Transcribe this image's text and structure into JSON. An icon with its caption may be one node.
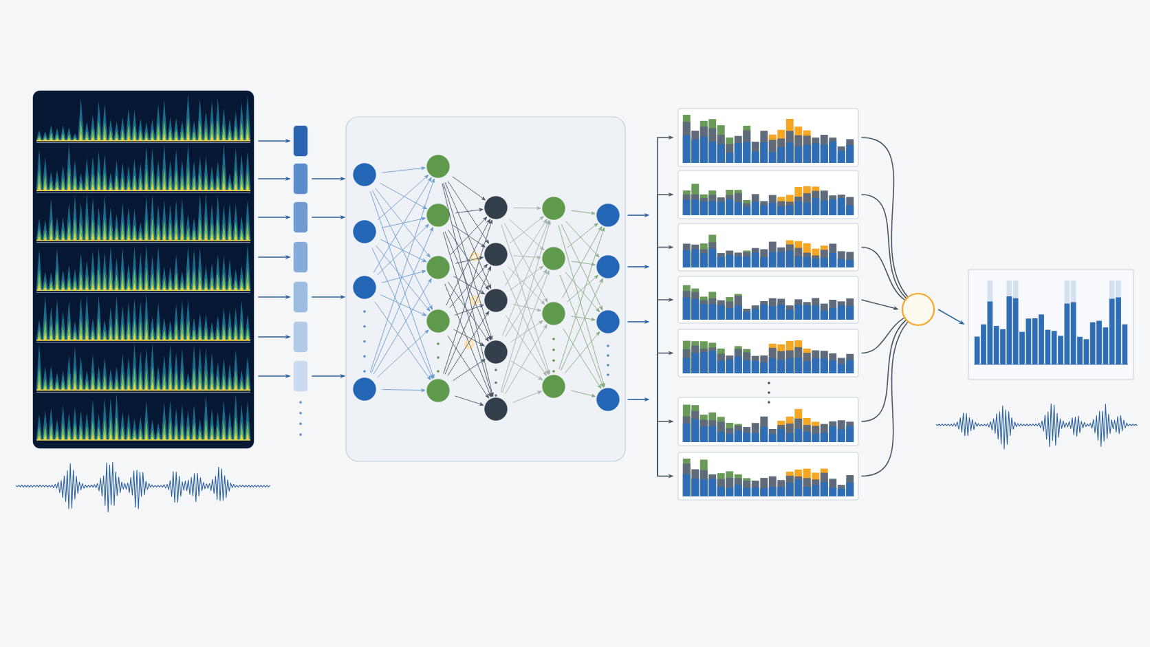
{
  "diagram": {
    "nodes": [
      {
        "text": [],
        "shape": "picture"
      },
      {
        "text": [],
        "shape": "box"
      },
      {
        "text": [],
        "shape": "box"
      },
      {
        "text": [],
        "shape": "box"
      },
      {
        "text": [],
        "shape": "box"
      },
      {
        "text": [],
        "shape": "box"
      },
      {
        "text": [],
        "shape": "box"
      },
      {
        "text": [],
        "shape": "box"
      },
      {
        "text": [],
        "shape": "box"
      },
      {
        "text": [],
        "shape": "circle",
        "in": 8
      },
      {
        "text": [],
        "shape": "circle",
        "in": 8
      },
      {
        "text": [],
        "shape": "circle",
        "in": 8
      },
      {
        "text": [],
        "shape": "circle",
        "in": 8
      },
      {
        "text": [],
        "shape": "circle",
        "in": 8
      },
      {
        "text": [],
        "shape": "circle",
        "in": 8
      },
      {
        "text": [],
        "shape": "circle",
        "in": 8
      },
      {
        "text": [],
        "shape": "circle",
        "in": 8
      },
      {
        "text": [],
        "shape": "circle",
        "in": 8
      },
      {
        "text": [],
        "shape": "circle",
        "in": 8
      },
      {
        "text": [],
        "shape": "circle",
        "in": 8
      },
      {
        "text": [],
        "shape": "circle",
        "in": 8
      },
      {
        "text": [],
        "shape": "circle",
        "in": 8
      },
      {
        "text": [],
        "shape": "circle",
        "in": 8
      },
      {
        "text": [],
        "shape": "circle",
        "in": 8
      },
      {
        "text": [],
        "shape": "circle",
        "in": 8
      },
      {
        "text": [],
        "shape": "circle",
        "in": 8
      },
      {
        "text": [],
        "shape": "circle",
        "in": 8
      },
      {
        "text": [],
        "shape": "circle",
        "in": 8
      },
      {
        "text": [],
        "shape": "circle",
        "in": 8
      },
      {
        "text": [],
        "shape": "circle",
        "in": 8
      },
      {
        "text": [],
        "shape": "circle",
        "in": 8
      },
      {
        "text": [],
        "shape": "chart"
      },
      {
        "text": [],
        "shape": "chart"
      },
      {
        "text": [],
        "shape": "chart"
      },
      {
        "text": [],
        "shape": "chart"
      },
      {
        "text": [],
        "shape": "chart"
      },
      {
        "text": [],
        "shape": "chart"
      },
      {
        "text": [],
        "shape": "chart"
      },
      {
        "text": [],
        "shape": "circle"
      },
      {
        "text": [],
        "shape": "chart"
      }
    ],
    "edges": [
      {
        "from": 0,
        "to": 1,
        "arrow": "to"
      },
      {
        "from": 0,
        "to": 2,
        "arrow": "to"
      },
      {
        "from": 0,
        "to": 3,
        "arrow": "to"
      },
      {
        "from": 0,
        "to": 4,
        "arrow": "to"
      },
      {
        "from": 0,
        "to": 5,
        "arrow": "to"
      },
      {
        "from": 0,
        "to": 6,
        "arrow": "to"
      },
      {
        "from": 0,
        "to": 7,
        "arrow": "to"
      },
      {
        "from": 2,
        "to": 8,
        "arrow": "to"
      },
      {
        "from": 3,
        "to": 8,
        "arrow": "to"
      },
      {
        "from": 5,
        "to": 8,
        "arrow": "to"
      },
      {
        "from": 7,
        "to": 8,
        "arrow": "to"
      },
      {
        "from": 9,
        "to": 13,
        "arrow": "to",
        "color": "#6b9bd0"
      },
      {
        "from": 9,
        "to": 14,
        "arrow": "to",
        "color": "#6b9bd0"
      },
      {
        "from": 9,
        "to": 15,
        "arrow": "to",
        "color": "#6b9bd0"
      },
      {
        "from": 9,
        "to": 16,
        "arrow": "to",
        "color": "#6b9bd0"
      },
      {
        "from": 9,
        "to": 17,
        "arrow": "to",
        "color": "#6b9bd0"
      },
      {
        "from": 10,
        "to": 13,
        "arrow": "to",
        "color": "#6b9bd0"
      },
      {
        "from": 10,
        "to": 14,
        "arrow": "to",
        "color": "#6b9bd0"
      },
      {
        "from": 10,
        "to": 15,
        "arrow": "to",
        "color": "#6b9bd0"
      },
      {
        "from": 10,
        "to": 16,
        "arrow": "to",
        "color": "#6b9bd0"
      },
      {
        "from": 10,
        "to": 17,
        "arrow": "to",
        "color": "#6b9bd0"
      },
      {
        "from": 11,
        "to": 13,
        "arrow": "to",
        "color": "#6b9bd0"
      },
      {
        "from": 11,
        "to": 14,
        "arrow": "to",
        "color": "#6b9bd0"
      },
      {
        "from": 11,
        "to": 15,
        "arrow": "to",
        "color": "#6b9bd0"
      },
      {
        "from": 11,
        "to": 16,
        "arrow": "to",
        "color": "#6b9bd0"
      },
      {
        "from": 11,
        "to": 17,
        "arrow": "to",
        "color": "#6b9bd0"
      },
      {
        "from": 12,
        "to": 13,
        "arrow": "to",
        "color": "#6b9bd0"
      },
      {
        "from": 12,
        "to": 14,
        "arrow": "to",
        "color": "#6b9bd0"
      },
      {
        "from": 12,
        "to": 15,
        "arrow": "to",
        "color": "#6b9bd0"
      },
      {
        "from": 12,
        "to": 16,
        "arrow": "to",
        "color": "#6b9bd0"
      },
      {
        "from": 12,
        "to": 17,
        "arrow": "to",
        "color": "#6b9bd0"
      },
      {
        "from": 13,
        "to": 18,
        "arrow": "to",
        "color": "#4a5563"
      },
      {
        "from": 13,
        "to": 19,
        "arrow": "to",
        "color": "#4a5563"
      },
      {
        "from": 13,
        "to": 20,
        "arrow": "to",
        "color": "#4a5563"
      },
      {
        "from": 13,
        "to": 21,
        "arrow": "to",
        "color": "#4a5563"
      },
      {
        "from": 13,
        "to": 22,
        "arrow": "to",
        "color": "#4a5563"
      },
      {
        "from": 14,
        "to": 18,
        "arrow": "to",
        "color": "#4a5563"
      },
      {
        "from": 14,
        "to": 19,
        "arrow": "to",
        "color": "#4a5563"
      },
      {
        "from": 14,
        "to": 20,
        "arrow": "to",
        "color": "#4a5563"
      },
      {
        "from": 14,
        "to": 21,
        "arrow": "to",
        "color": "#4a5563"
      },
      {
        "from": 14,
        "to": 22,
        "arrow": "to",
        "color": "#4a5563"
      },
      {
        "from": 15,
        "to": 18,
        "arrow": "to",
        "color": "#4a5563"
      },
      {
        "from": 15,
        "to": 19,
        "arrow": "to",
        "color": "#4a5563"
      },
      {
        "from": 15,
        "to": 20,
        "arrow": "to",
        "color": "#4a5563"
      },
      {
        "from": 15,
        "to": 21,
        "arrow": "to",
        "color": "#4a5563"
      },
      {
        "from": 15,
        "to": 22,
        "arrow": "to",
        "color": "#4a5563"
      },
      {
        "from": 16,
        "to": 18,
        "arrow": "to",
        "color": "#4a5563"
      },
      {
        "from": 16,
        "to": 19,
        "arrow": "to",
        "color": "#4a5563"
      },
      {
        "from": 16,
        "to": 20,
        "arrow": "to",
        "color": "#4a5563"
      },
      {
        "from": 16,
        "to": 21,
        "arrow": "to",
        "color": "#4a5563"
      },
      {
        "from": 16,
        "to": 22,
        "arrow": "to",
        "color": "#4a5563"
      },
      {
        "from": 17,
        "to": 18,
        "arrow": "to",
        "color": "#4a5563"
      },
      {
        "from": 17,
        "to": 19,
        "arrow": "to",
        "color": "#4a5563"
      },
      {
        "from": 17,
        "to": 20,
        "arrow": "to",
        "color": "#4a5563"
      },
      {
        "from": 17,
        "to": 21,
        "arrow": "to",
        "color": "#4a5563"
      },
      {
        "from": 17,
        "to": 22,
        "arrow": "to",
        "color": "#4a5563"
      },
      {
        "from": 18,
        "to": 23,
        "arrow": "to",
        "color": "#a3b0aa"
      },
      {
        "from": 18,
        "to": 24,
        "arrow": "to",
        "color": "#a3b0aa"
      },
      {
        "from": 18,
        "to": 25,
        "arrow": "to",
        "color": "#a3b0aa"
      },
      {
        "from": 18,
        "to": 26,
        "arrow": "to",
        "color": "#a3b0aa"
      },
      {
        "from": 19,
        "to": 23,
        "arrow": "to",
        "color": "#a3b0aa"
      },
      {
        "from": 19,
        "to": 24,
        "arrow": "to",
        "color": "#a3b0aa"
      },
      {
        "from": 19,
        "to": 25,
        "arrow": "to",
        "color": "#a3b0aa"
      },
      {
        "from": 19,
        "to": 26,
        "arrow": "to",
        "color": "#a3b0aa"
      },
      {
        "from": 20,
        "to": 23,
        "arrow": "to",
        "color": "#a3b0aa"
      },
      {
        "from": 20,
        "to": 24,
        "arrow": "to",
        "color": "#a3b0aa"
      },
      {
        "from": 20,
        "to": 25,
        "arrow": "to",
        "color": "#a3b0aa"
      },
      {
        "from": 20,
        "to": 26,
        "arrow": "to",
        "color": "#a3b0aa"
      },
      {
        "from": 21,
        "to": 23,
        "arrow": "to",
        "color": "#a3b0aa"
      },
      {
        "from": 21,
        "to": 24,
        "arrow": "to",
        "color": "#a3b0aa"
      },
      {
        "from": 21,
        "to": 25,
        "arrow": "to",
        "color": "#a3b0aa"
      },
      {
        "from": 21,
        "to": 26,
        "arrow": "to",
        "color": "#a3b0aa"
      },
      {
        "from": 22,
        "to": 23,
        "arrow": "to",
        "color": "#a3b0aa"
      },
      {
        "from": 22,
        "to": 24,
        "arrow": "to",
        "color": "#a3b0aa"
      },
      {
        "from": 22,
        "to": 25,
        "arrow": "to",
        "color": "#a3b0aa"
      },
      {
        "from": 22,
        "to": 26,
        "arrow": "to",
        "color": "#a3b0aa"
      },
      {
        "from": 23,
        "to": 27,
        "arrow": "to",
        "color": "#86aa80"
      },
      {
        "from": 23,
        "to": 28,
        "arrow": "to",
        "color": "#86aa80"
      },
      {
        "from": 23,
        "to": 29,
        "arrow": "to",
        "color": "#86aa80"
      },
      {
        "from": 23,
        "to": 30,
        "arrow": "to",
        "color": "#86aa80"
      },
      {
        "from": 24,
        "to": 27,
        "arrow": "to",
        "color": "#86aa80"
      },
      {
        "from": 24,
        "to": 28,
        "arrow": "to",
        "color": "#86aa80"
      },
      {
        "from": 24,
        "to": 29,
        "arrow": "to",
        "color": "#86aa80"
      },
      {
        "from": 24,
        "to": 30,
        "arrow": "to",
        "color": "#86aa80"
      },
      {
        "from": 25,
        "to": 27,
        "arrow": "to",
        "color": "#86aa80"
      },
      {
        "from": 25,
        "to": 28,
        "arrow": "to",
        "color": "#86aa80"
      },
      {
        "from": 25,
        "to": 29,
        "arrow": "to",
        "color": "#86aa80"
      },
      {
        "from": 25,
        "to": 30,
        "arrow": "to",
        "color": "#86aa80"
      },
      {
        "from": 26,
        "to": 27,
        "arrow": "to",
        "color": "#86aa80"
      },
      {
        "from": 26,
        "to": 28,
        "arrow": "to",
        "color": "#86aa80"
      },
      {
        "from": 26,
        "to": 29,
        "arrow": "to",
        "color": "#86aa80"
      },
      {
        "from": 26,
        "to": 30,
        "arrow": "to",
        "color": "#86aa80"
      },
      {
        "from": 27,
        "to": null,
        "arrow": "to"
      },
      {
        "from": 28,
        "to": null,
        "arrow": "to"
      },
      {
        "from": 29,
        "to": null,
        "arrow": "to"
      },
      {
        "from": 30,
        "to": null,
        "arrow": "to"
      },
      {
        "from": null,
        "to": 31,
        "arrow": "to",
        "color": "#4a5563"
      },
      {
        "from": null,
        "to": 32,
        "arrow": "to",
        "color": "#4a5563"
      },
      {
        "from": null,
        "to": 33,
        "arrow": "to",
        "color": "#4a5563"
      },
      {
        "from": null,
        "to": 34,
        "arrow": "to",
        "color": "#4a5563"
      },
      {
        "from": null,
        "to": 35,
        "arrow": "to",
        "color": "#4a5563"
      },
      {
        "from": null,
        "to": 36,
        "arrow": "to",
        "color": "#4a5563"
      },
      {
        "from": null,
        "to": 37,
        "arrow": "to",
        "color": "#4a5563"
      },
      {
        "from": 31,
        "to": 38,
        "arrow": "none",
        "color": "#4a5563"
      },
      {
        "from": 32,
        "to": 38,
        "arrow": "none",
        "color": "#4a5563"
      },
      {
        "from": 33,
        "to": 38,
        "arrow": "none",
        "color": "#4a5563"
      },
      {
        "from": 34,
        "to": 38,
        "arrow": "to",
        "color": "#4a5563"
      },
      {
        "from": 35,
        "to": 38,
        "arrow": "none",
        "color": "#4a5563"
      },
      {
        "from": 36,
        "to": 38,
        "arrow": "none",
        "color": "#4a5563"
      },
      {
        "from": 37,
        "to": 38,
        "arrow": "none",
        "color": "#4a5563"
      },
      {
        "from": 38,
        "to": 39,
        "arrow": "to"
      }
    ]
  }
}
